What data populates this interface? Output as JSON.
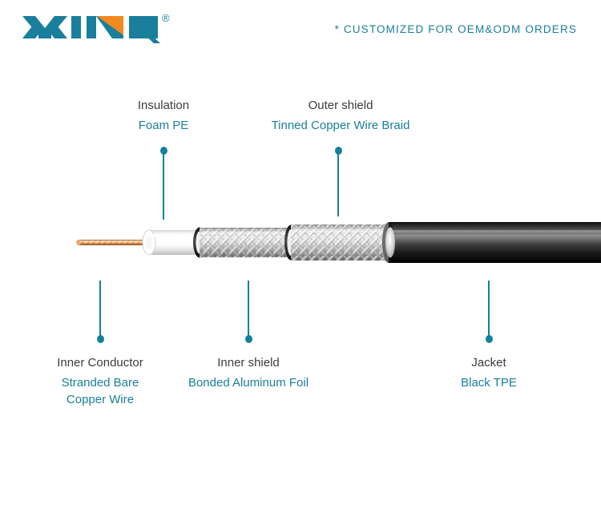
{
  "header": {
    "logo_text": "XINQY",
    "logo_registered": "®",
    "logo_color": "#1a7f9c",
    "logo_accent_color": "#f08a1e",
    "tagline": "* CUSTOMIZED FOR OEM&ODM ORDERS",
    "tagline_color": "#1a7f9c"
  },
  "theme": {
    "accent": "#12809e",
    "title_color": "#3c3c3c",
    "subtitle_color": "#1a7f9c",
    "background": "#ffffff",
    "copper": "#c8773c",
    "insulation": "#f2f2f2",
    "braid": "#b9b9b9",
    "jacket": "#1a1a1a"
  },
  "diagram": {
    "type": "coaxial-cable-construction",
    "callouts": [
      {
        "id": "insulation",
        "position": "top",
        "title": "Insulation",
        "subtitle": "Foam PE"
      },
      {
        "id": "outer-shield",
        "position": "top",
        "title": "Outer shield",
        "subtitle": "Tinned Copper Wire Braid"
      },
      {
        "id": "inner-conductor",
        "position": "bottom",
        "title": "Inner Conductor",
        "subtitle": "Stranded Bare Copper Wire"
      },
      {
        "id": "inner-shield",
        "position": "bottom",
        "title": "Inner shield",
        "subtitle": "Bonded Aluminum Foil"
      },
      {
        "id": "jacket",
        "position": "bottom",
        "title": "Jacket",
        "subtitle": "Black TPE"
      }
    ]
  }
}
